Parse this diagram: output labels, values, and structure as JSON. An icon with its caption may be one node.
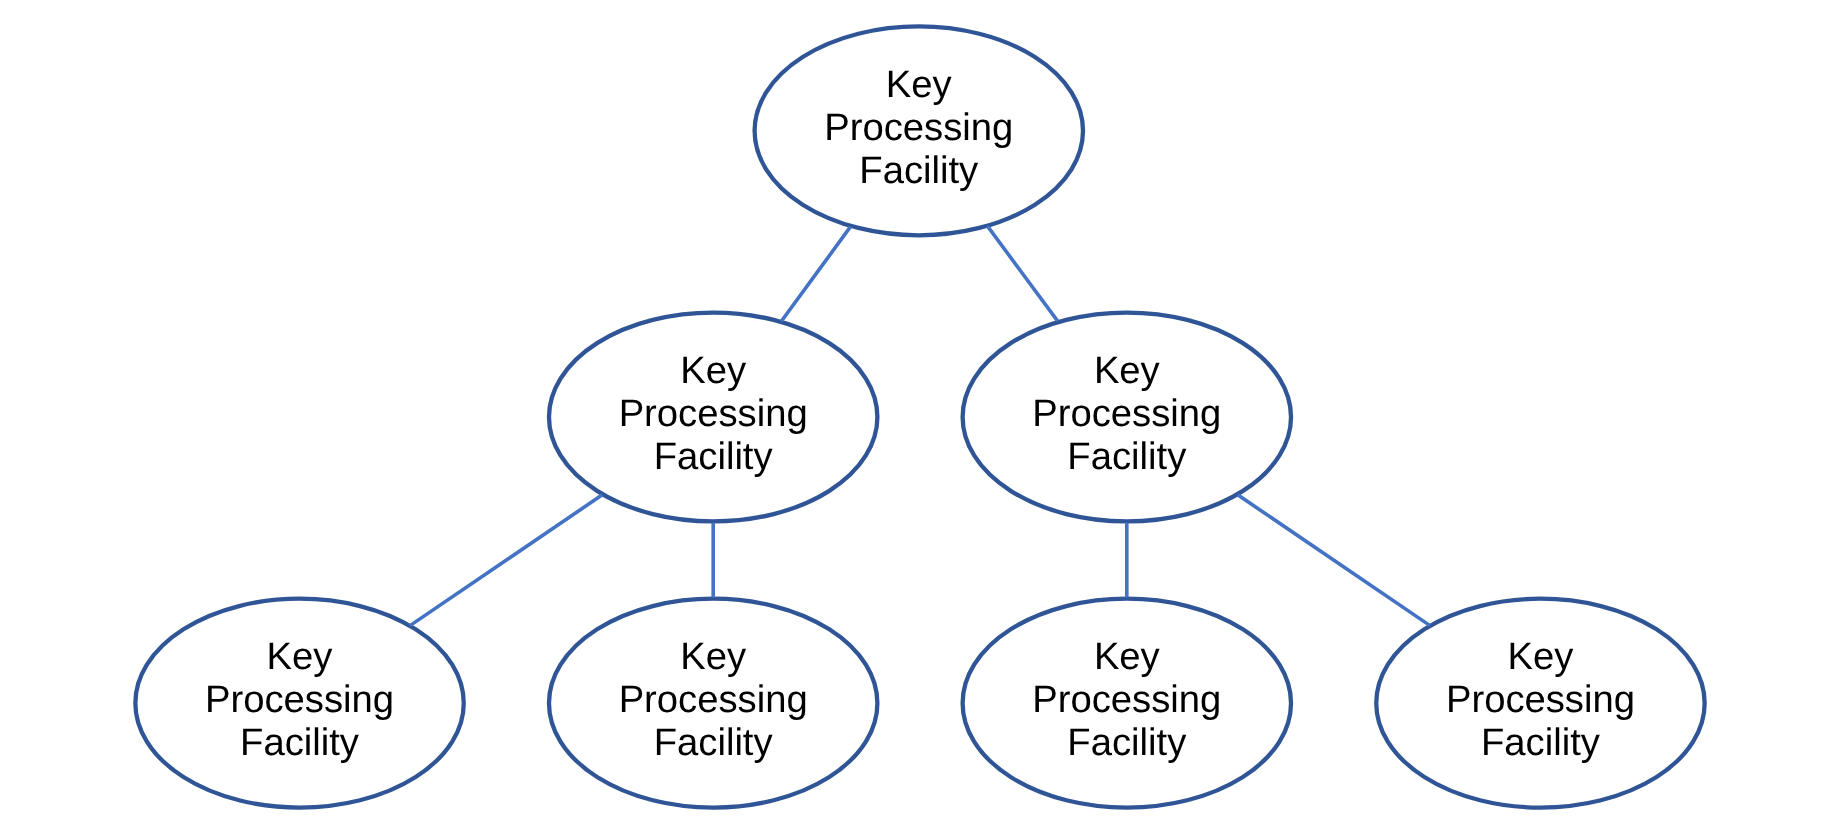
{
  "diagram": {
    "nodes": [
      {
        "text": [
          "Key Processing Facility"
        ]
      },
      {
        "text": [
          "Key Processing Facility"
        ]
      },
      {
        "text": [
          "Key Processing Facility"
        ]
      },
      {
        "text": [
          "Key Processing Facility"
        ]
      },
      {
        "text": [
          "Key Processing Facility"
        ]
      },
      {
        "text": [
          "Key Processing Facility"
        ]
      },
      {
        "text": [
          "Key Processing Facility"
        ]
      }
    ],
    "edges": [
      {
        "from": 0,
        "to": 1,
        "arrow": "none"
      },
      {
        "from": 0,
        "to": 2,
        "arrow": "none"
      },
      {
        "from": 1,
        "to": 3,
        "arrow": "none"
      },
      {
        "from": 1,
        "to": 4,
        "arrow": "none"
      },
      {
        "from": 2,
        "to": 5,
        "arrow": "none"
      },
      {
        "from": 2,
        "to": 6,
        "arrow": "none"
      }
    ]
  }
}
